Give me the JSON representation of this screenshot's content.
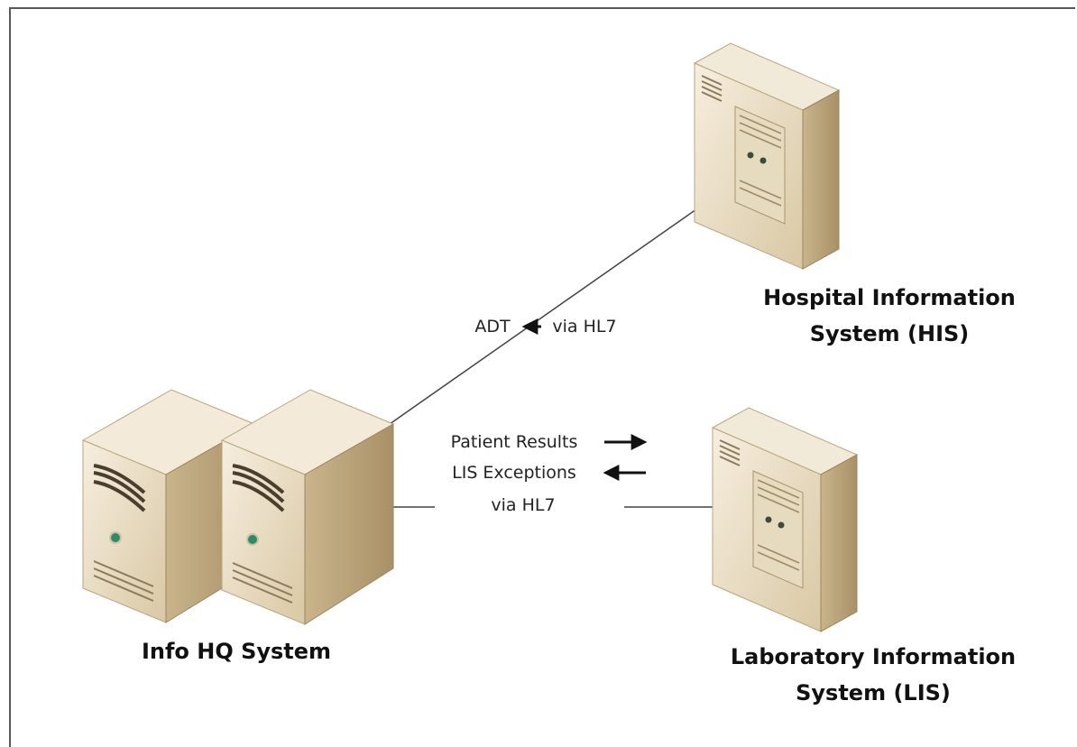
{
  "nodes": {
    "his": {
      "line1": "Hospital Information",
      "line2": "System (HIS)"
    },
    "lis": {
      "line1": "Laboratory Information",
      "line2": "System (LIS)"
    },
    "infohq": {
      "label": "Info HQ System"
    }
  },
  "edges": {
    "adt": {
      "left": "ADT",
      "right": "via HL7"
    },
    "lab": {
      "line1": "Patient Results",
      "line2": "LIS Exceptions",
      "line3": "via HL7"
    }
  },
  "colors": {
    "server_top": "#f3ead9",
    "server_front": "#efe4cc",
    "server_side": "#c8b48a",
    "server_vents": "#8b7a5c",
    "led": "#2e8b6a"
  }
}
